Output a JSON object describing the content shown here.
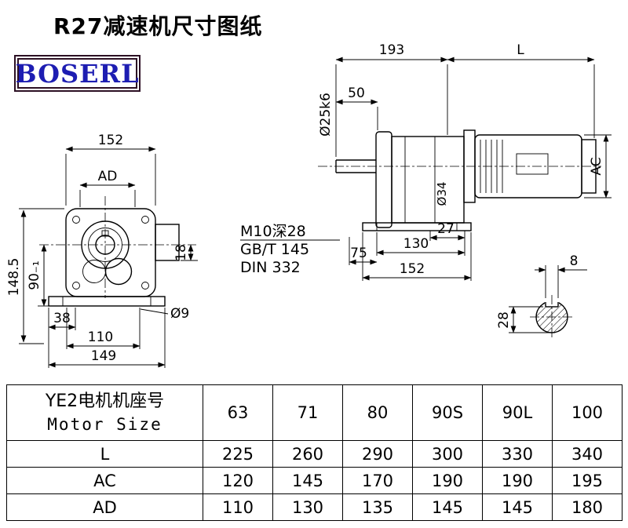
{
  "page": {
    "title": "R27减速机尺寸图纸",
    "logo_text": "BOSERL"
  },
  "colors": {
    "logo_text": "#1d1db2",
    "logo_border": "#2c1024",
    "line": "#000000"
  },
  "front_view": {
    "dim_width_top": "152",
    "dim_ad": "AD",
    "dim_height": "148.5",
    "dim_center_height": "90₋₁",
    "dim_foot_offset": "38",
    "dim_hole_spacing": "110",
    "dim_foot_width": "149",
    "dim_side_pad": "18",
    "dim_foot_hole": "Ø9"
  },
  "side_view": {
    "dim_gear_length": "193",
    "dim_motor_length": "L",
    "dim_shaft_length": "50",
    "dim_shaft_dia": "Ø25k6",
    "dim_motor_dia": "AC",
    "dim_spigot": "Ø34",
    "dim_foot_rear": "27",
    "dim_hole_spacing": "130",
    "dim_front_offset": "75",
    "dim_foot_length": "152",
    "note_thread": "M10深28",
    "note_gb": "GB/T 145",
    "note_din": "DIN 332"
  },
  "shaft_section": {
    "dim_key_width": "8",
    "dim_key_height": "28"
  },
  "table": {
    "header_cn": "YE2电机机座号",
    "header_en": "Motor Size",
    "columns": [
      "63",
      "71",
      "80",
      "90S",
      "90L",
      "100"
    ],
    "rows": [
      {
        "label": "L",
        "values": [
          "225",
          "260",
          "290",
          "300",
          "330",
          "340"
        ]
      },
      {
        "label": "AC",
        "values": [
          "120",
          "145",
          "170",
          "190",
          "190",
          "195"
        ]
      },
      {
        "label": "AD",
        "values": [
          "110",
          "130",
          "135",
          "145",
          "145",
          "180"
        ]
      }
    ]
  }
}
